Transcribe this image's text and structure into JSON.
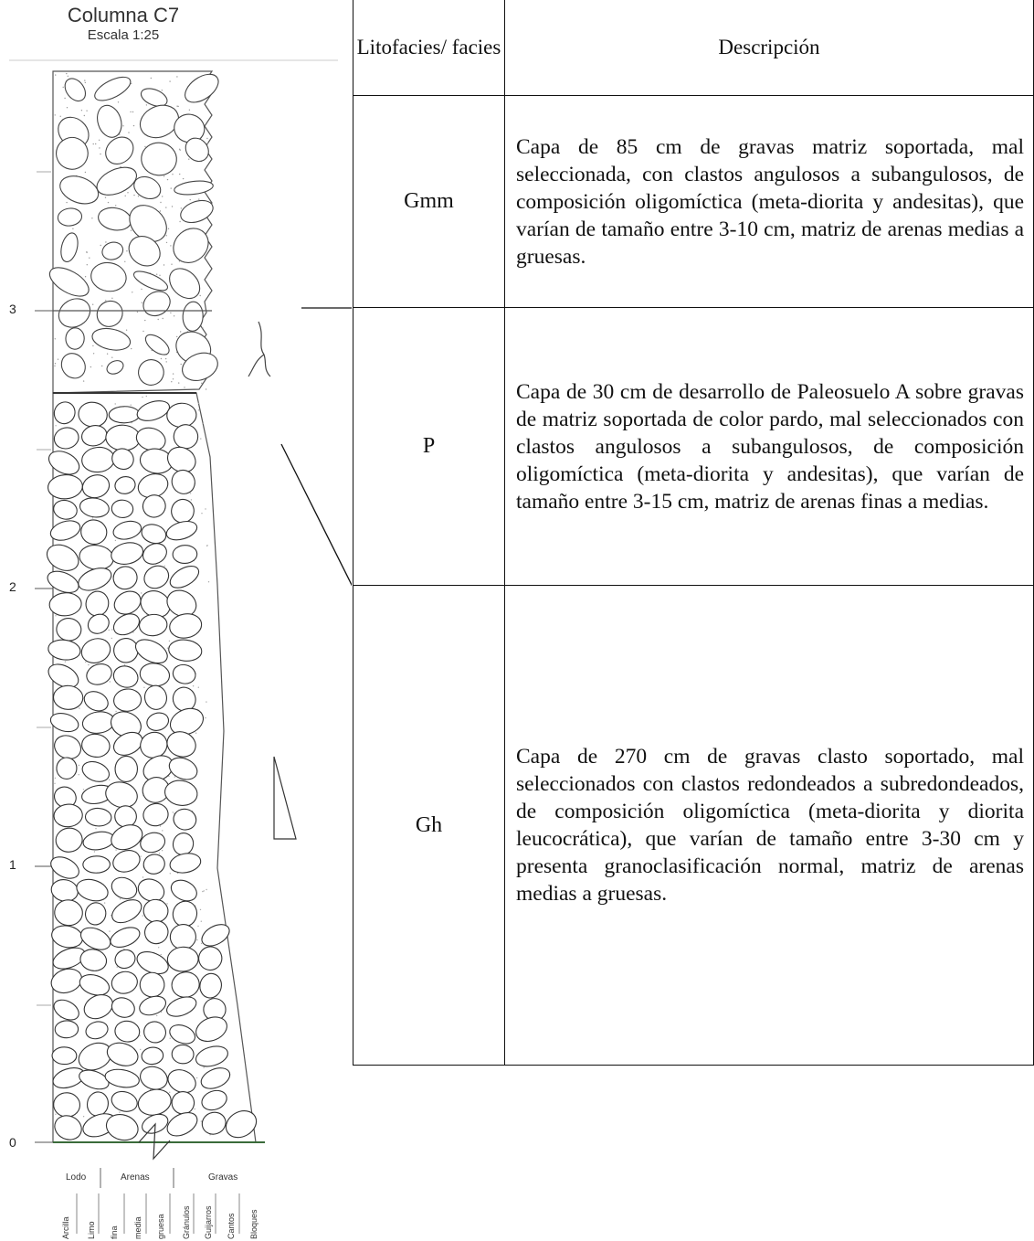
{
  "column": {
    "title": "Columna C7",
    "scale": "Escala 1:25",
    "y_ticks": [
      "3",
      "2",
      "1",
      "0"
    ]
  },
  "grain_scale": {
    "groups": [
      "Lodo",
      "Arenas",
      "Gravas"
    ],
    "classes": [
      "Arcilla",
      "Limo",
      "fina",
      "media",
      "gruesa",
      "Gránulos",
      "Guijarros",
      "Cantos",
      "Bloques"
    ]
  },
  "table": {
    "header_facies": "Litofacies/ facies",
    "header_description": "Descripción",
    "rows": [
      {
        "code": "Gmm",
        "description": "Capa de 85 cm de gravas matriz soportada, mal seleccionada, con clastos angulosos a subangulosos, de composición oligomíctica (meta-diorita y andesitas), que varían de tamaño entre 3-10 cm, matriz de arenas medias a gruesas."
      },
      {
        "code": "P",
        "description": "Capa de 30 cm de desarrollo de Paleosuelo A sobre gravas de matriz soportada de color pardo, mal seleccionados con clastos angulosos a subangulosos, de composición oligomíctica (meta-diorita y andesitas), que varían de tamaño entre 3-15 cm, matriz de arenas finas a medias."
      },
      {
        "code": "Gh",
        "description": "Capa de 270 cm de gravas clasto soportado, mal seleccionados con clastos redondeados a subredondeados, de composición oligomíctica (meta-diorita y diorita leucocrática), que varían de tamaño entre 3-30 cm y presenta granoclasificación normal, matriz de arenas medias a gruesas."
      }
    ]
  }
}
